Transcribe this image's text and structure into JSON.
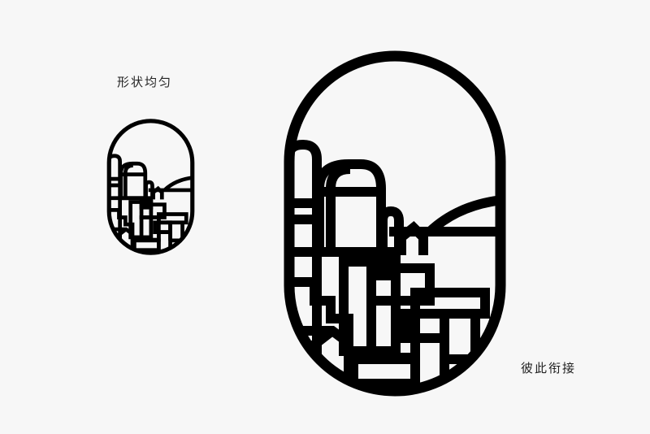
{
  "labels": {
    "small": "形状均匀",
    "large": "彼此衔接"
  },
  "illustrations": {
    "small": {
      "icon": "cliffside-town-oval-icon",
      "size": "small"
    },
    "large": {
      "icon": "cliffside-town-oval-icon",
      "size": "large"
    }
  },
  "colors": {
    "background": "#f7f7f7",
    "stroke": "#000000",
    "text": "#222222"
  }
}
